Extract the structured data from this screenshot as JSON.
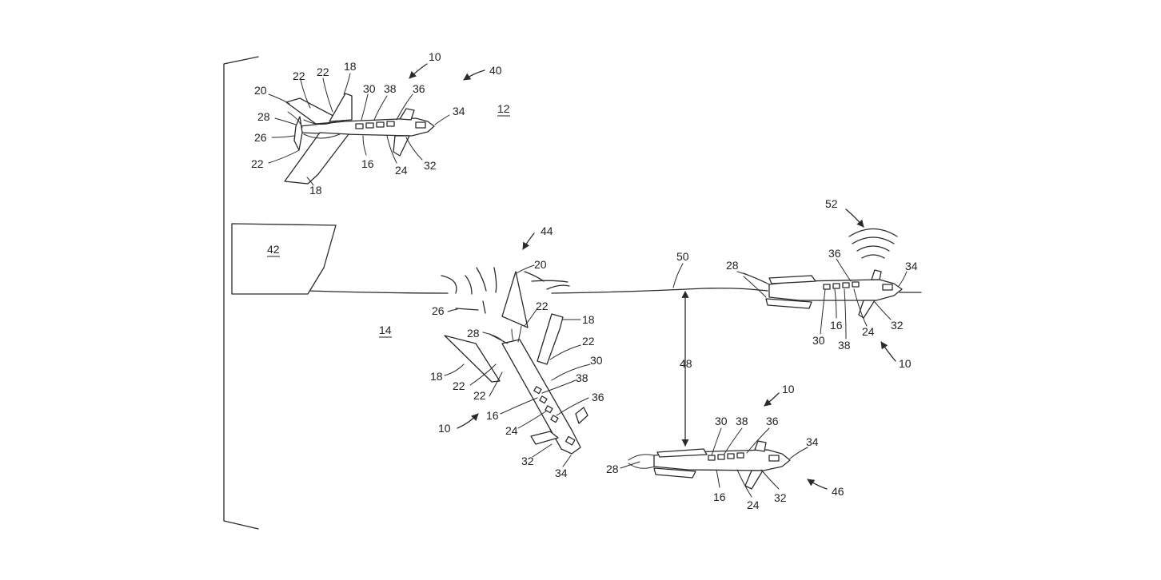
{
  "diagram": {
    "labels": {
      "ref_10": "10",
      "ref_12": "12",
      "ref_14": "14",
      "ref_16": "16",
      "ref_18": "18",
      "ref_20": "20",
      "ref_22": "22",
      "ref_24": "24",
      "ref_26": "26",
      "ref_28": "28",
      "ref_30": "30",
      "ref_32": "32",
      "ref_34": "34",
      "ref_36": "36",
      "ref_38": "38",
      "ref_40": "40",
      "ref_42": "42",
      "ref_44": "44",
      "ref_46": "46",
      "ref_48": "48",
      "ref_50": "50",
      "ref_52": "52"
    },
    "colors": {
      "line": "#2a2a2a",
      "background": "#ffffff"
    }
  }
}
